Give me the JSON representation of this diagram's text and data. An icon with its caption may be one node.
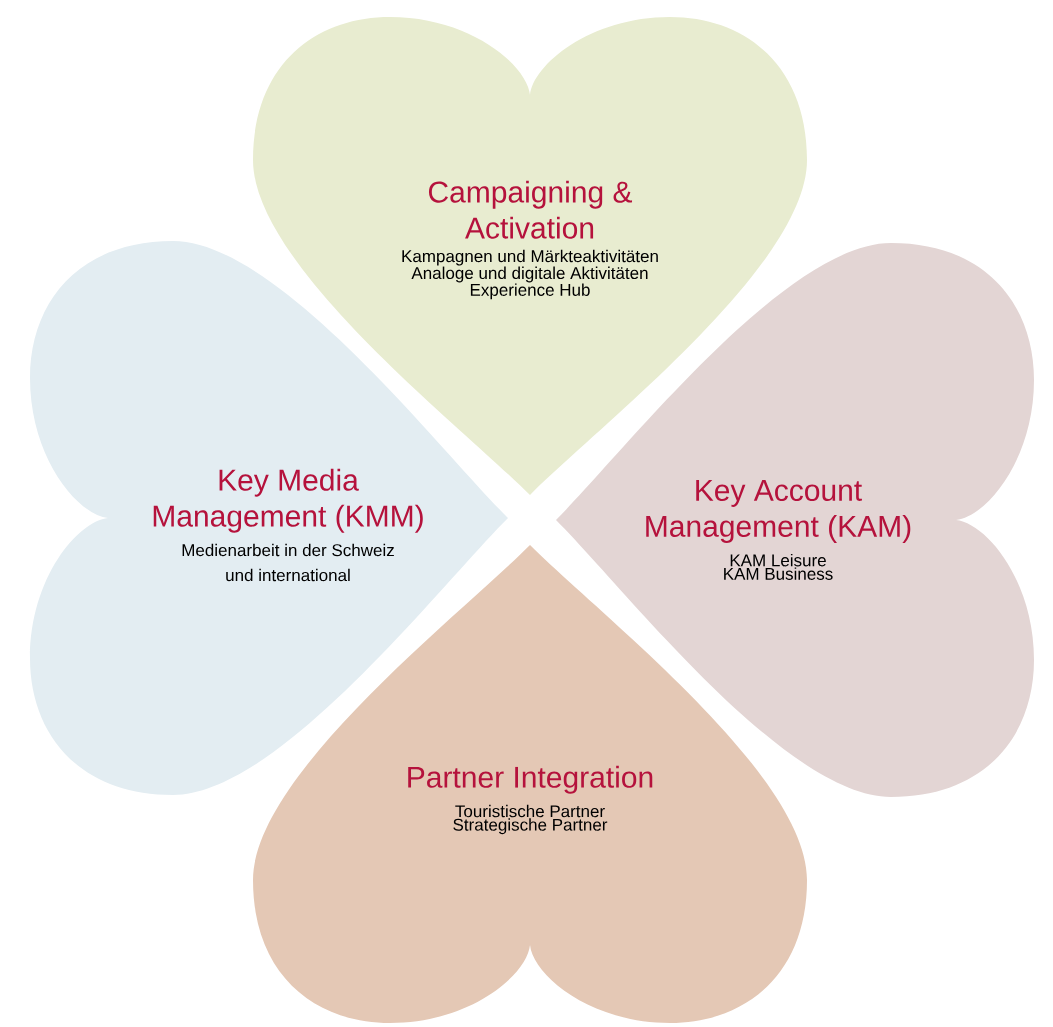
{
  "diagram": {
    "nodes": [
      {
        "text": [
          "Campaigning & Activation",
          "Kampagnen und Märkteaktivitäten",
          "Analoge und digitale Aktivitäten",
          "Experience Hub"
        ]
      },
      {
        "text": [
          "Key Media Management (KMM)",
          "Medienarbeit in der Schweiz und international"
        ]
      },
      {
        "text": [
          "Key Account Management (KAM)",
          "KAM Leisure",
          "KAM Business"
        ]
      },
      {
        "text": [
          "Partner Integration",
          "Touristische Partner",
          "Strategische Partner"
        ]
      }
    ]
  }
}
